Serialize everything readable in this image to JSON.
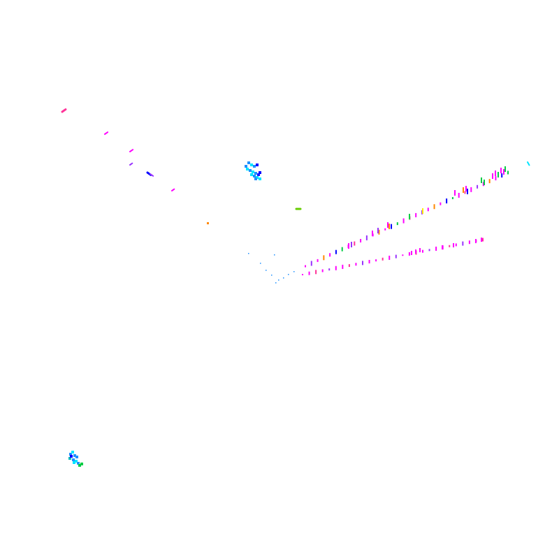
{
  "view": {
    "background": "#ffffff"
  },
  "palette": {
    "magenta": "#ff00ff",
    "pink": "#ff3399",
    "cyan": "#00e5ff",
    "sky": "#1e90ff",
    "blue": "#0000ff",
    "navy": "#1a1aff",
    "green": "#00cc44",
    "lime": "#66cc00",
    "yellow": "#ffee00",
    "orange": "#ff8800",
    "purple": "#9933ff",
    "red": "#ff2222",
    "teal": "#00bbbb"
  },
  "regions": [
    {
      "name": "upper-left-streak",
      "color_key": "magenta"
    },
    {
      "name": "center-cluster",
      "color_key": "sky"
    },
    {
      "name": "lower-left-cluster",
      "color_key": "teal"
    },
    {
      "name": "upper-right-band",
      "color_key": "magenta"
    },
    {
      "name": "lower-right-band",
      "color_key": "magenta"
    },
    {
      "name": "converging-tail",
      "color_key": "sky"
    }
  ]
}
